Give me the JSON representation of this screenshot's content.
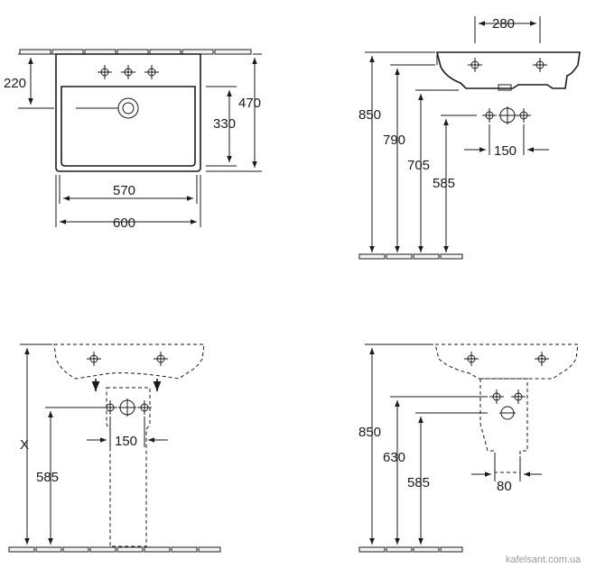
{
  "views": {
    "top": {
      "dim_height_tap": "220",
      "dim_height_bowl": "330",
      "dim_depth_total": "470",
      "dim_width_inner": "570",
      "dim_width_total": "600"
    },
    "side": {
      "dim_tap_spacing": "280",
      "dim_height_rim": "850",
      "dim_height_790": "790",
      "dim_height_705": "705",
      "dim_height_585": "585",
      "dim_supply_spacing": "150"
    },
    "front_pedestal": {
      "dim_height_variable": "X",
      "dim_height_585": "585",
      "dim_supply_spacing": "150"
    },
    "side_pedestal": {
      "dim_height_rim": "850",
      "dim_height_630": "630",
      "dim_height_585": "585",
      "dim_spacing_80": "80"
    }
  },
  "watermark": "kafelsant.com.ua"
}
